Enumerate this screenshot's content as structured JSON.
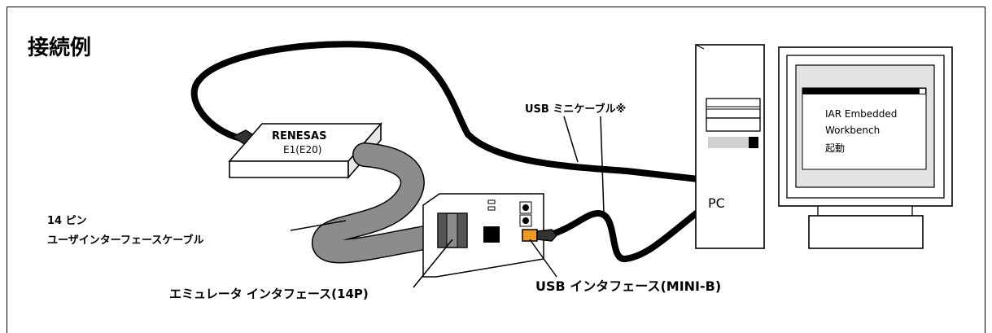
{
  "title": "接続例",
  "emulator": {
    "brand": "RENESAS",
    "model": "E1(E20)"
  },
  "labels": {
    "usb_cable": "USB ミニケーブル※",
    "pin_line1": "14 ピン",
    "pin_line2": "ユーザインターフェースケーブル",
    "emulator_if": "エミュレータ インタフェース(14P)",
    "usb_if": "USB インタフェース(MINI-B)",
    "pc": "PC"
  },
  "monitor": {
    "line1": "IAR Embedded",
    "line2": "Workbench",
    "line3": "起動"
  },
  "colors": {
    "cable_gray": "#8c8c8c",
    "usb_connector": "#f29a1f",
    "monitor_bg": "#e3e3e3",
    "device_shade": "#cfcfcf"
  }
}
